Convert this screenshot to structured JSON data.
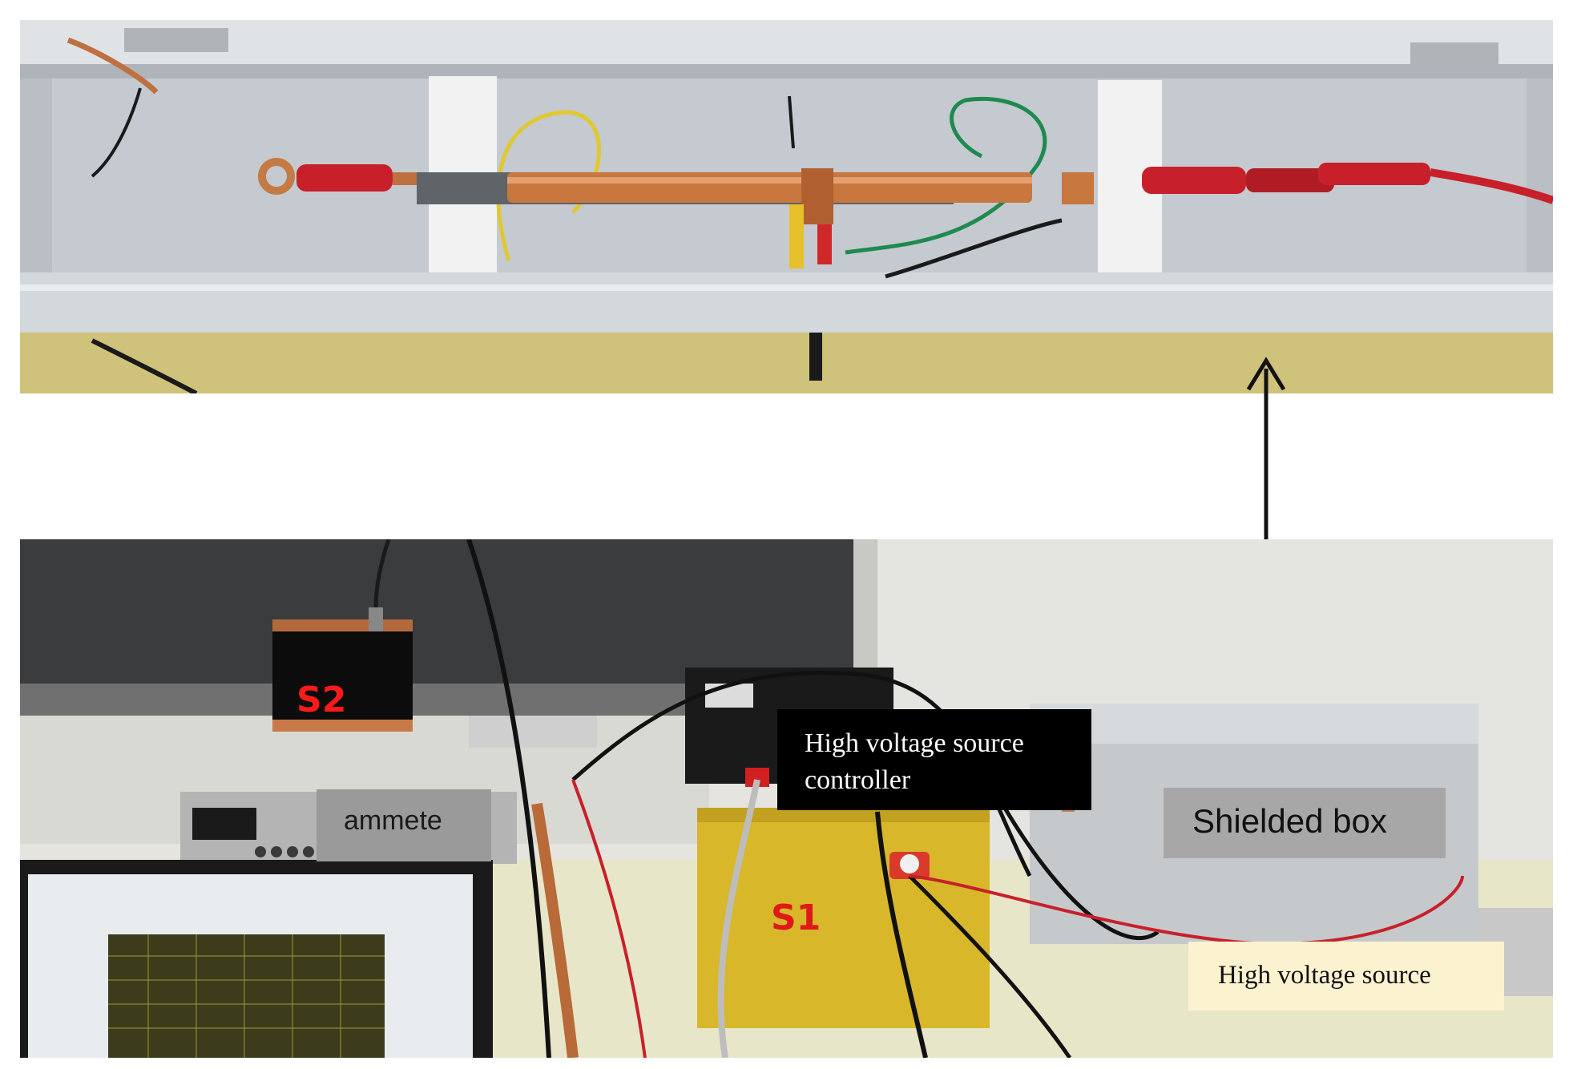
{
  "labels": {
    "s2": "S2",
    "s1": "S1",
    "ammeter": "ammete",
    "hv_controller_line1": "High voltage source",
    "hv_controller_line2": "controller",
    "shielded_box": "Shielded box",
    "hv_source": "High voltage source"
  },
  "colors": {
    "label_s_red": "#e01818",
    "copper": "#c06a3a",
    "red_cable": "#c8202a",
    "box_grey": "#c8ccd0",
    "yellow_box": "#d4b52a"
  }
}
